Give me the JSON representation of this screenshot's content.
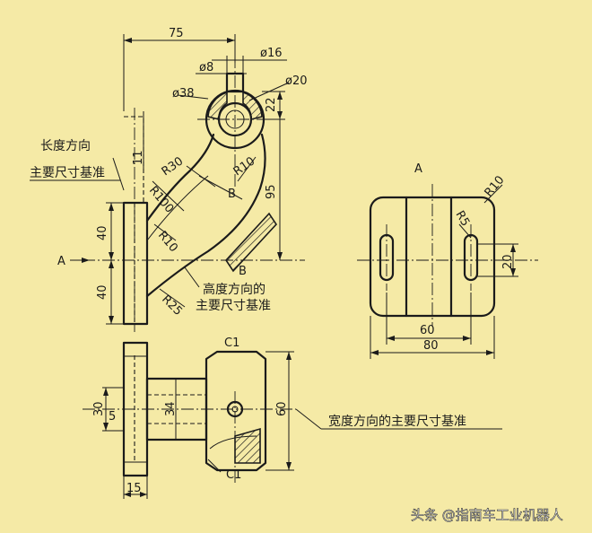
{
  "dimensions": {
    "d75": "75",
    "d16": "ø16",
    "d8": "ø8",
    "d20": "ø20",
    "d38": "ø38",
    "d22": "22",
    "d11": "11",
    "d95": "95",
    "r30": "R30",
    "r10a": "R10",
    "r100": "R100",
    "r10b": "R10",
    "r25": "R25",
    "d40a": "40",
    "d40b": "40",
    "r10c": "R10",
    "r5": "R5",
    "d20v": "20",
    "d60w": "60",
    "d80": "80",
    "c1a": "C1",
    "c1b": "C1",
    "d30": "30",
    "d5": "5",
    "d34": "34",
    "d60h": "60",
    "d15": "15"
  },
  "labels": {
    "length_datum_1": "长度方向",
    "length_datum_2": "主要尺寸基准",
    "height_datum_1": "高度方向的",
    "height_datum_2": "主要尺寸基准",
    "width_datum": "宽度方向的主要尺寸基准",
    "view_a_title": "A",
    "view_a_arrow": "A",
    "section_b1": "B",
    "section_b2": "B"
  },
  "watermark": "头条 @指南车工业机器人"
}
